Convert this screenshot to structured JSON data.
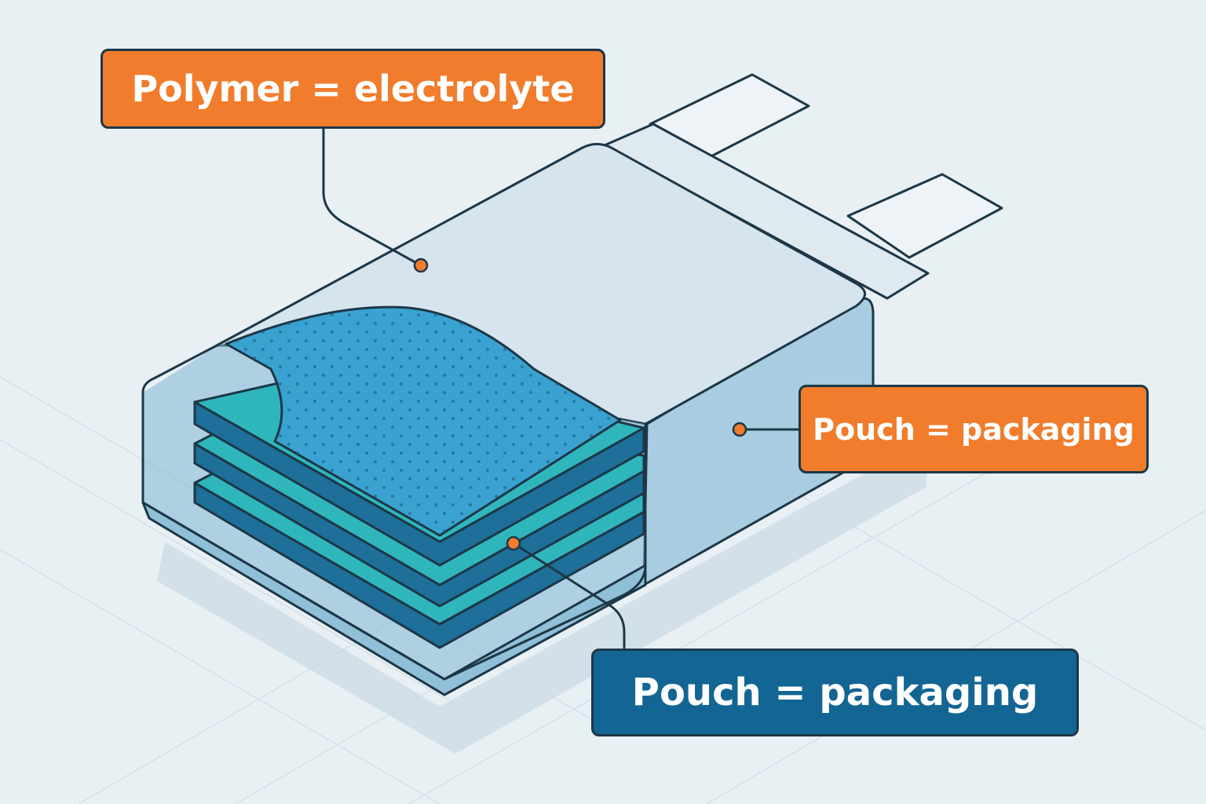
{
  "labels": {
    "polymer": "Polymer = electrolyte",
    "pouch_right": "Pouch = packaging",
    "pouch_bottom": "Pouch = packaging"
  },
  "colors": {
    "background": "#e8f0f4",
    "orange_accent": "#f07c2c",
    "blue_accent": "#136594",
    "outline": "#1d3747",
    "pouch_top": "#d5e4ed",
    "pouch_side": "#a8cde0",
    "electrolyte_top": "#3aa2d0",
    "layer_light": "#2fb6bd",
    "layer_dark": "#1e6f9a"
  },
  "icons": [
    "callout-dot-icon"
  ]
}
